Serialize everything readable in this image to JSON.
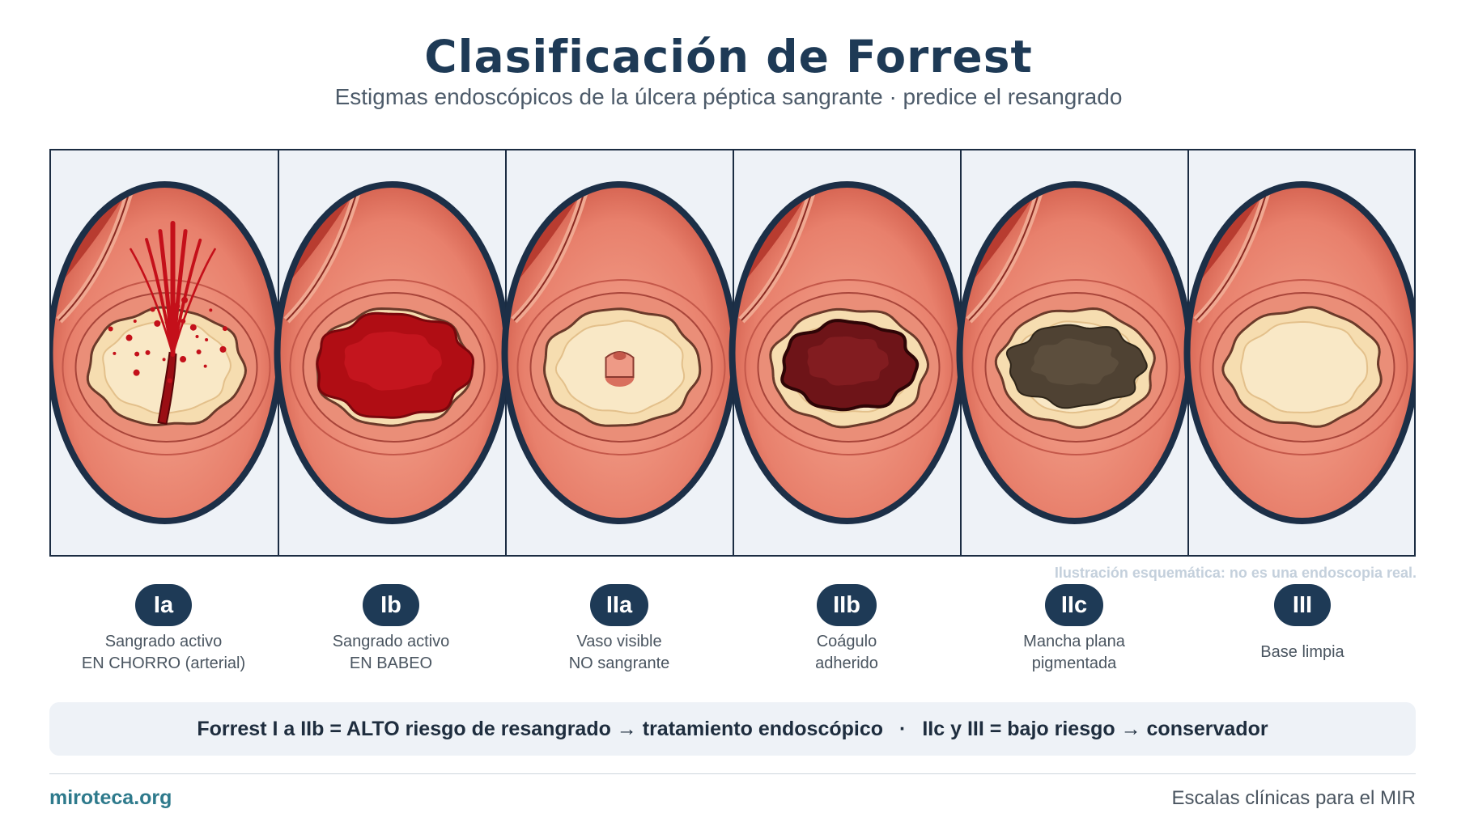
{
  "header": {
    "title": "Clasificación de Forrest",
    "subtitle": "Estigmas endoscópicos de la úlcera péptica sangrante · predice el resangrado"
  },
  "disclaimer": "Ilustración esquemática: no es una endoscopia real.",
  "stages": [
    {
      "code": "Ia",
      "line1": "Sangrado activo",
      "line2": "EN CHORRO (arterial)",
      "illustration": "spurting-bleeding"
    },
    {
      "code": "Ib",
      "line1": "Sangrado activo",
      "line2": "EN BABEO",
      "illustration": "oozing-bleeding"
    },
    {
      "code": "IIa",
      "line1": "Vaso visible",
      "line2": "NO sangrante",
      "illustration": "visible-vessel"
    },
    {
      "code": "IIb",
      "line1": "Coágulo",
      "line2": "adherido",
      "illustration": "adherent-clot"
    },
    {
      "code": "IIc",
      "line1": "Mancha plana",
      "line2": "pigmentada",
      "illustration": "pigmented-spot"
    },
    {
      "code": "III",
      "line1": "Base limpia",
      "line2": "",
      "illustration": "clean-base"
    }
  ],
  "summary": {
    "high": "Forrest I a IIb = ALTO riesgo de resangrado → tratamiento endoscópico",
    "separator": "·",
    "low": "IIc y III = bajo riesgo → conservador"
  },
  "footer": {
    "site": "miroteca.org",
    "tagline": "Escalas clínicas para el MIR"
  },
  "colors": {
    "navy": "#1e3a56",
    "mucosa": "#e8806c",
    "ulcer_base": "#f6ddb0",
    "blood": "#c4101a",
    "clot": "#6e1418",
    "pigment": "#4f4233"
  }
}
